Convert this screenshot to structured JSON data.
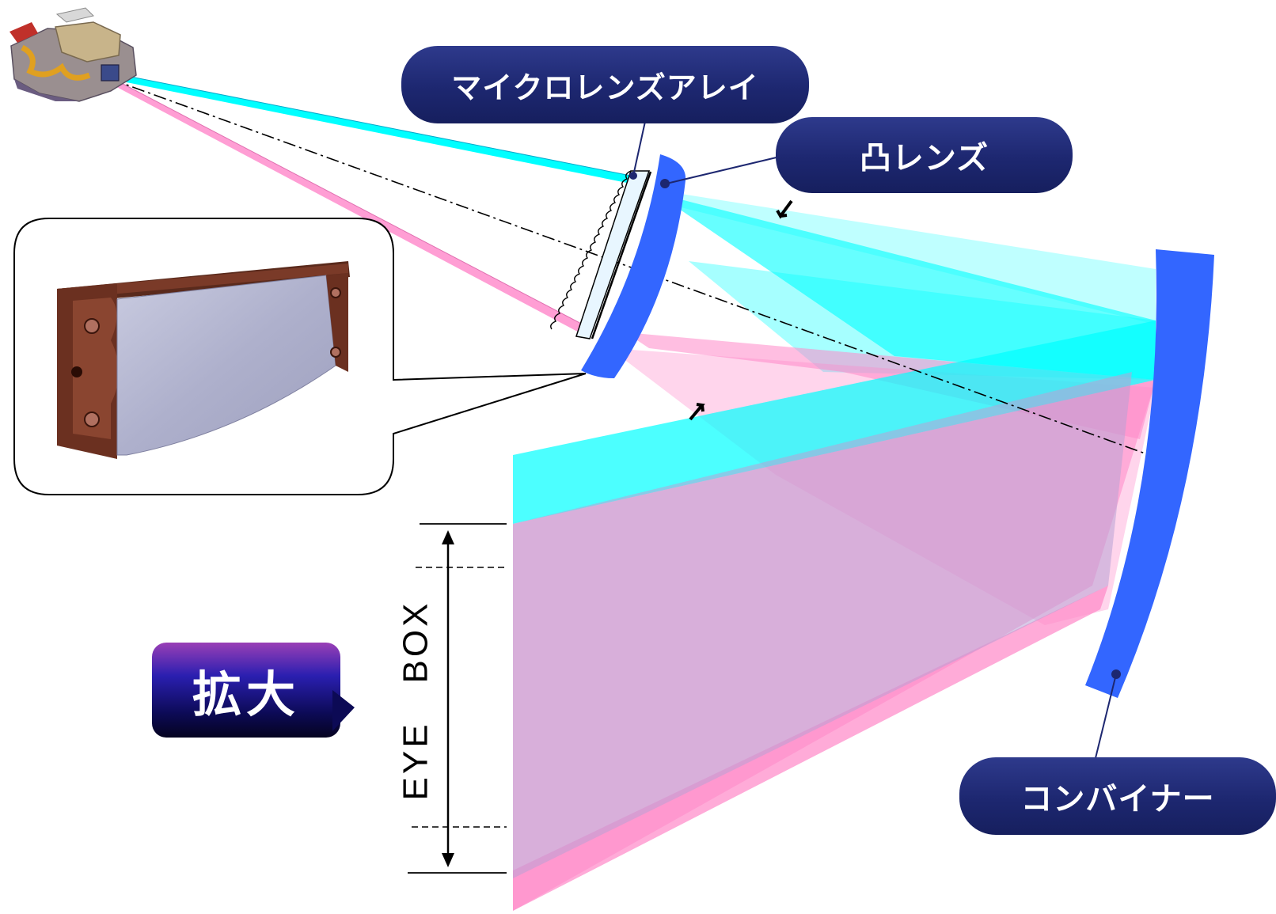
{
  "labels": {
    "microlens_array": "マイクロレンズアレイ",
    "convex_lens": "凸レンズ",
    "combiner": "コンバイナー",
    "expand": "拡大",
    "eye_box": "EYE　BOX"
  },
  "colors": {
    "label_fill": "#1d2770",
    "optic_blue": "#3366ff",
    "beam_cyan": "#00ffff",
    "beam_pink": "#ff88c8",
    "overlap_violet": "#c4a9d8"
  },
  "icons": {
    "projector": "laser-projector-module-icon",
    "lens_module": "lens-module-photo-icon"
  }
}
